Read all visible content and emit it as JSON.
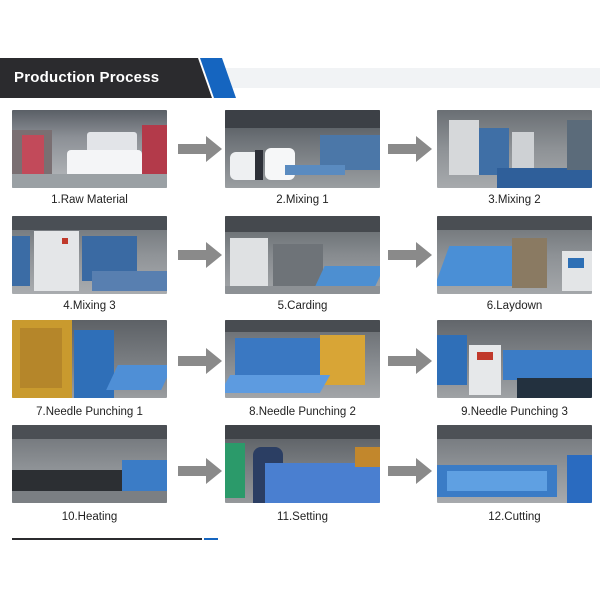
{
  "header": {
    "title": "Production Process"
  },
  "colors": {
    "header_dark": "#2b2b2e",
    "accent": "#1565c0",
    "arrow": "#8a8a8a"
  },
  "steps": [
    {
      "label": "1.Raw Material"
    },
    {
      "label": "2.Mixing 1"
    },
    {
      "label": "3.Mixing 2"
    },
    {
      "label": "4.Mixing 3"
    },
    {
      "label": "5.Carding"
    },
    {
      "label": "6.Laydown"
    },
    {
      "label": "7.Needle Punching 1"
    },
    {
      "label": "8.Needle Punching 2"
    },
    {
      "label": "9.Needle Punching 3"
    },
    {
      "label": "10.Heating"
    },
    {
      "label": "11.Setting"
    },
    {
      "label": "12.Cutting"
    }
  ],
  "arrow_icon": "right-arrow-icon"
}
